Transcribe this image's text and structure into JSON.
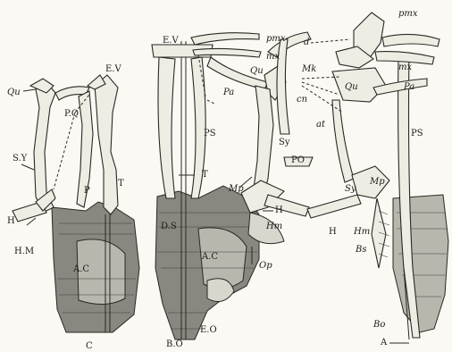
{
  "figure": {
    "left_panel": {
      "labels": [
        "Qu",
        "E.V",
        "S.Y",
        "P.Q",
        "P",
        "T",
        "H",
        "H.M",
        "A.C",
        "C"
      ]
    },
    "middle_panel": {
      "labels": [
        "E.V",
        "pmx",
        "mx",
        "Qu",
        "Pa",
        "PS",
        "Sy",
        "T",
        "Mp",
        "PO",
        "H",
        "Hm",
        "D.S",
        "A.C",
        "Op",
        "B.O",
        "E.O"
      ]
    },
    "right_panel": {
      "labels": [
        "pmx",
        "d",
        "Mk",
        "Qu",
        "mx",
        "Pa",
        "cn",
        "at",
        "PS",
        "Mp",
        "Sy",
        "Hm",
        "H",
        "Bs",
        "Bo",
        "A"
      ]
    }
  }
}
